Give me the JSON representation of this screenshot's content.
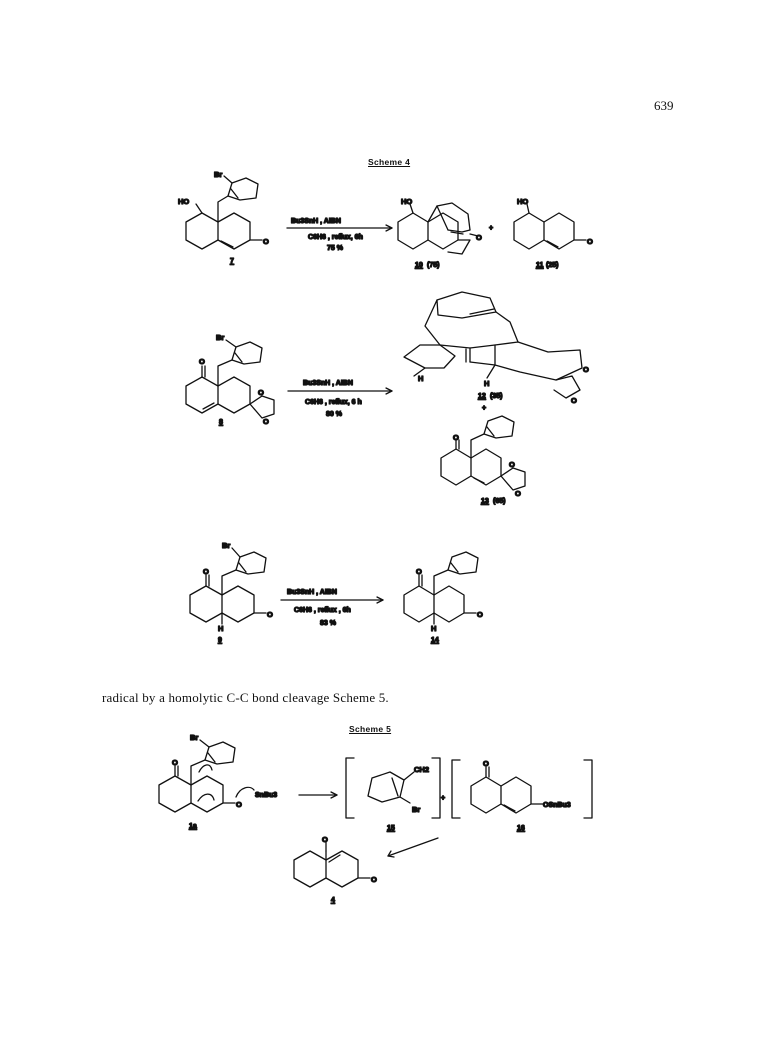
{
  "page": {
    "number": "639"
  },
  "scheme4": {
    "title": "Scheme  4",
    "reaction1": {
      "reactant": "7",
      "reagent": "Bu3SnH , AIBN",
      "conditions": "C6H6 , reflux, 6h",
      "yield": "75 %",
      "product_a": "10",
      "product_a_yield": "(75)",
      "plus": "+",
      "product_b": "11",
      "product_b_yield": "(25)"
    },
    "reaction2": {
      "reactant": "8",
      "reagent": "Bu3SnH , AIBN",
      "conditions": "C6H6 , reflux, 6 h",
      "yield": "80 %",
      "product_a": "12",
      "product_a_yield": "(35)",
      "plus": "+",
      "product_b": "13",
      "product_b_yield": "(65)"
    },
    "reaction3": {
      "reactant": "9",
      "reagent": "Bu3SnH , AIBN",
      "conditions": "C6H6 , reflux , 6h",
      "yield": "83 %",
      "product": "14"
    }
  },
  "body_text": "radical  by  a  homolytic  C-C  bond  cleavage Scheme 5.",
  "scheme5": {
    "title": "Scheme  5",
    "reactant": "1a",
    "reagent": "SnBu3",
    "intermediate_a": "15",
    "intermediate_b": "16",
    "intermediate_b_group": "OSnBu3",
    "product": "4"
  },
  "atoms": {
    "br": "Br",
    "ho": "HO",
    "o": "O",
    "h": "H",
    "ch2": "CH2"
  }
}
